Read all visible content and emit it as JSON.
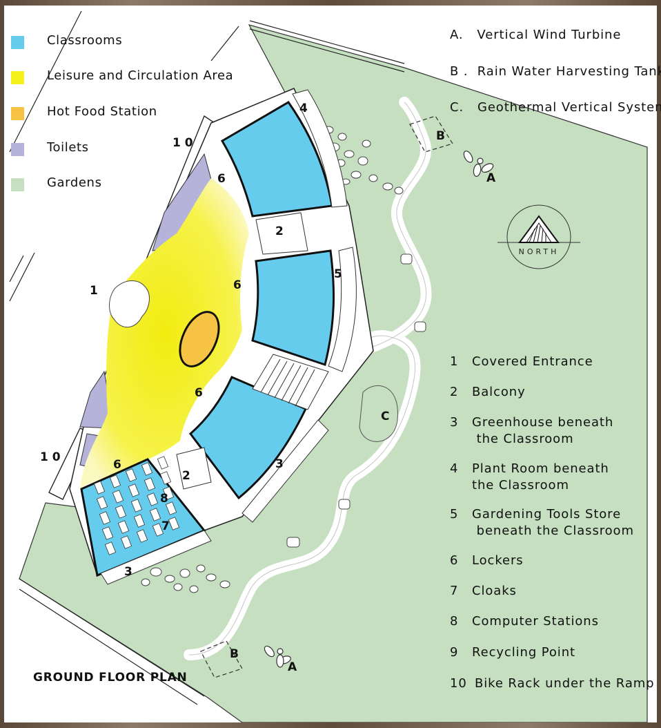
{
  "legend": [
    {
      "label": "Classrooms",
      "color": "#66ccee"
    },
    {
      "label": "Leisure and Circulation Area",
      "color": "#f5f11a"
    },
    {
      "label": "Hot Food Station",
      "color": "#f6c344"
    },
    {
      "label": "Toilets",
      "color": "#b5b3d9"
    },
    {
      "label": "Gardens",
      "color": "#c5dfc0"
    }
  ],
  "systems": [
    {
      "code": "A.",
      "label": "Vertical Wind Turbine"
    },
    {
      "code": "B .",
      "label": "Rain Water Harvesting Tanks"
    },
    {
      "code": "C.",
      "label": "Geothermal Vertical System"
    }
  ],
  "key": [
    {
      "num": "1",
      "label": "Covered Entrance"
    },
    {
      "num": "2",
      "label": "Balcony"
    },
    {
      "num": "3",
      "label": "Greenhouse beneath\n the Classroom"
    },
    {
      "num": "4",
      "label": "Plant Room beneath\nthe Classroom"
    },
    {
      "num": "5",
      "label": "Gardening Tools Store\n beneath the Classroom"
    },
    {
      "num": "6",
      "label": "Lockers"
    },
    {
      "num": "7",
      "label": "Cloaks"
    },
    {
      "num": "8",
      "label": "Computer Stations"
    },
    {
      "num": "9",
      "label": "Recycling Point"
    },
    {
      "num": "10",
      "label": "Bike Rack under the Ramp"
    }
  ],
  "compass_label": "NORTH",
  "plan_title": "GROUND FLOOR PLAN",
  "plan_marks": {
    "n1": "1",
    "n2a": "2",
    "n2b": "2",
    "n3a": "3",
    "n3b": "3",
    "n4": "4",
    "n5": "5",
    "n6a": "6",
    "n6b": "6",
    "n6c": "6",
    "n6d": "6",
    "n7": "7",
    "n8": "8",
    "n10a": "1 0",
    "n10b": "1 0",
    "a1": "A",
    "a2": "A",
    "b1": "B",
    "b2": "B",
    "c1": "C"
  },
  "colors": {
    "garden": "#c5dfc0",
    "classroom": "#66ccee",
    "circulation": "#f5f11a",
    "food": "#f6c344",
    "toilet": "#b5b3d9",
    "frame": "#6b5a47"
  }
}
